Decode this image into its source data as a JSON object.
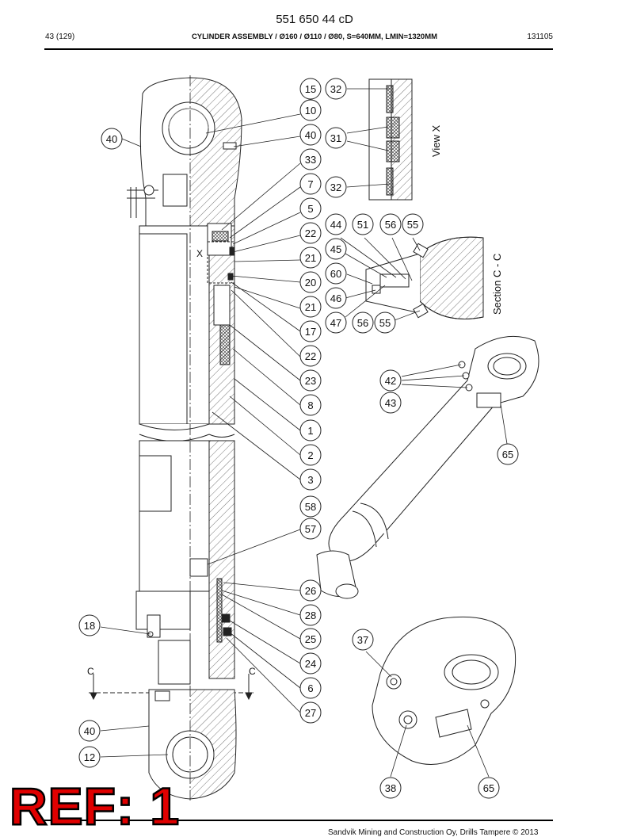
{
  "header": {
    "doc_number": "551 650 44 cD",
    "page_index": "43 (129)",
    "title": "CYLINDER ASSEMBLY / Ø160 / Ø110 / Ø80, S=640MM, LMIN=1320MM",
    "date_code": "131105"
  },
  "views": {
    "view_x_label": "View X",
    "section_label": "Section C - C",
    "section_mark": "C",
    "detail_mark": "X"
  },
  "callouts": {
    "c40a": "40",
    "c15": "15",
    "c10": "10",
    "c40b": "40",
    "c33": "33",
    "c7": "7",
    "c5": "5",
    "c22a": "22",
    "c21a": "21",
    "c20": "20",
    "c21b": "21",
    "c17": "17",
    "c22b": "22",
    "c23": "23",
    "c8": "8",
    "c1": "1",
    "c2": "2",
    "c3": "3",
    "c58": "58",
    "c57": "57",
    "c26": "26",
    "c28": "28",
    "c25": "25",
    "c24": "24",
    "c6": "6",
    "c27": "27",
    "c18": "18",
    "c40c": "40",
    "c12": "12",
    "c32a": "32",
    "c31": "31",
    "c32b": "32",
    "c44": "44",
    "c51": "51",
    "c56a": "56",
    "c55a": "55",
    "c45": "45",
    "c60": "60",
    "c46": "46",
    "c47": "47",
    "c56b": "56",
    "c55b": "55",
    "c42": "42",
    "c43": "43",
    "c65a": "65",
    "c37": "37",
    "c38": "38",
    "c65b": "65"
  },
  "footer": {
    "stamp": "REF: 1",
    "copyright": "Sandvik Mining and Construction Oy, Drills Tampere © 2013"
  }
}
